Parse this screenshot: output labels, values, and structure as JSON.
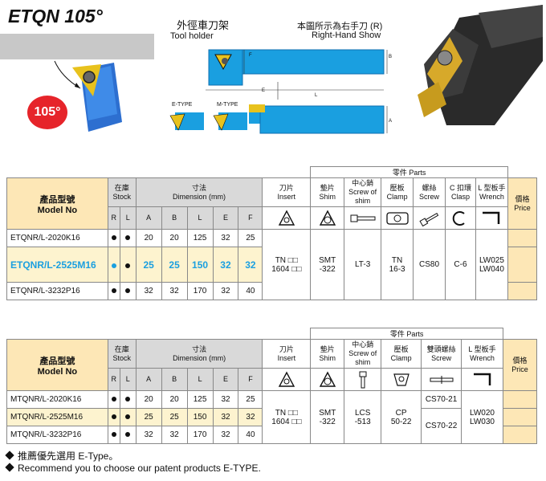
{
  "header": {
    "title": "ETQN 105°",
    "angle_badge": "105°",
    "tool_holder_cn": "外徑車刀架",
    "tool_holder_en": "Tool holder",
    "right_hand_cn": "本圖所示為右手刀 (R)",
    "right_hand_en": "Right-Hand Show",
    "etype_label": "E-TYPE",
    "mtype_label": "M-TYPE",
    "dim_labels": [
      "F",
      "B",
      "E",
      "L",
      "A"
    ]
  },
  "table1": {
    "parts_header": "零件 Parts",
    "col_model_cn": "產品型號",
    "col_model_en": "Model No",
    "col_stock_cn": "在庫",
    "col_stock_en": "Stock",
    "col_dim_cn": "寸法",
    "col_dim_en": "Dimension (mm)",
    "col_insert_cn": "刀片",
    "col_insert_en": "Insert",
    "col_shim_cn": "墊片",
    "col_shim_en": "Shim",
    "col_screw_cn": "中心銷",
    "col_screw_en": "Screw of shim",
    "col_clamp_cn": "壓板",
    "col_clamp_en": "Clamp",
    "col_screw2_cn": "螺絲",
    "col_screw2_en": "Screw",
    "col_cclasp_cn": "C 扣環",
    "col_cclasp_en": "Clasp",
    "col_wrench_cn": "L 型板手",
    "col_wrench_en": "Wrench",
    "col_price_cn": "價格",
    "col_price_en": "Price",
    "sub": [
      "R",
      "L",
      "A",
      "B",
      "L",
      "E",
      "F"
    ],
    "rows": [
      {
        "model": "ETQNR/L-2020K16",
        "A": "20",
        "B": "20",
        "L": "125",
        "E": "32",
        "F": "25"
      },
      {
        "model": "ETQNR/L-2525M16",
        "A": "25",
        "B": "25",
        "L": "150",
        "E": "32",
        "F": "32"
      },
      {
        "model": "ETQNR/L-3232P16",
        "A": "32",
        "B": "32",
        "L": "170",
        "E": "32",
        "F": "40"
      }
    ],
    "insert_line1": "TN □□",
    "insert_line2": "1604 □□",
    "shim_line1": "SMT",
    "shim_line2": "-322",
    "screw_of_shim": "LT-3",
    "clamp_line1": "TN",
    "clamp_line2": "16-3",
    "screw": "CS80",
    "clasp": "C-6",
    "wrench_line1": "LW025",
    "wrench_line2": "LW040"
  },
  "table2": {
    "parts_header": "零件 Parts",
    "col_model_cn": "產品型號",
    "col_model_en": "Model No",
    "col_stock_cn": "在庫",
    "col_stock_en": "Stock",
    "col_dim_cn": "寸法",
    "col_dim_en": "Dimension (mm)",
    "col_insert_cn": "刀片",
    "col_insert_en": "Insert",
    "col_shim_cn": "墊片",
    "col_shim_en": "Shim",
    "col_screw_cn": "中心銷",
    "col_screw_en": "Screw of shim",
    "col_clamp_cn": "壓板",
    "col_clamp_en": "Clamp",
    "col_screw2_cn": "雙頭螺絲",
    "col_screw2_en": "Screw",
    "col_wrench_cn": "L 型板手",
    "col_wrench_en": "Wrench",
    "col_price_cn": "價格",
    "col_price_en": "Price",
    "sub": [
      "R",
      "L",
      "A",
      "B",
      "L",
      "E",
      "F"
    ],
    "rows": [
      {
        "model": "MTQNR/L-2020K16",
        "A": "20",
        "B": "20",
        "L": "125",
        "E": "32",
        "F": "25"
      },
      {
        "model": "MTQNR/L-2525M16",
        "A": "25",
        "B": "25",
        "L": "150",
        "E": "32",
        "F": "32"
      },
      {
        "model": "MTQNR/L-3232P16",
        "A": "32",
        "B": "32",
        "L": "170",
        "E": "32",
        "F": "40"
      }
    ],
    "insert_line1": "TN □□",
    "insert_line2": "1604 □□",
    "shim_line1": "SMT",
    "shim_line2": "-322",
    "screw_line1": "LCS",
    "screw_line2": "-513",
    "clamp_line1": "CP",
    "clamp_line2": "50-22",
    "screw2_a": "CS70-21",
    "screw2_b": "CS70-22",
    "wrench_line1": "LW020",
    "wrench_line2": "LW030"
  },
  "notes": {
    "cn": "推薦優先選用 E-Type。",
    "en": "Recommend you to choose our patent products E-TYPE."
  },
  "colors": {
    "accent_blue": "#1a9fe0",
    "header_cream": "#fde7b6",
    "badge_red": "#e6242a"
  }
}
